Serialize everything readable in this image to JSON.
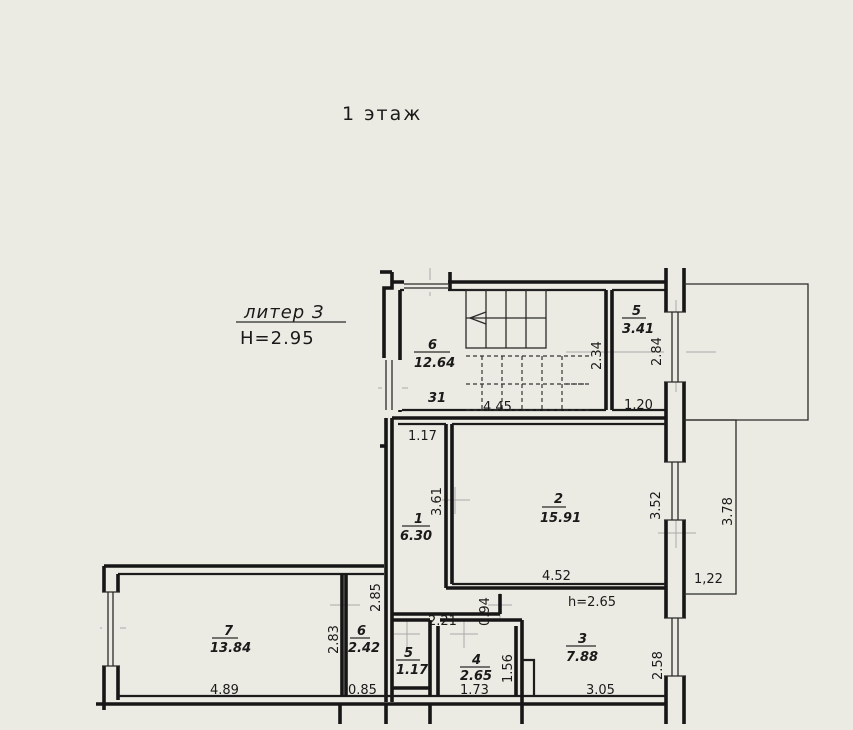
{
  "plan": {
    "title": "1 этаж",
    "liter": "литер З",
    "height_label": "Н=2.95",
    "rooms": [
      {
        "id": "r6a",
        "number": "6",
        "area": "12.64"
      },
      {
        "id": "r5a",
        "number": "5",
        "area": "3.41"
      },
      {
        "id": "r2",
        "number": "2",
        "area": "15.91"
      },
      {
        "id": "r1",
        "number": "1",
        "area": "6.30"
      },
      {
        "id": "r7",
        "number": "7",
        "area": "13.84"
      },
      {
        "id": "r6b",
        "number": "6",
        "area": "2.42"
      },
      {
        "id": "r5b",
        "number": "5",
        "area": "1.17"
      },
      {
        "id": "r4",
        "number": "4",
        "area": "2.65"
      },
      {
        "id": "r3",
        "number": "3",
        "area": "7.88"
      }
    ],
    "dimensions": [
      "2.34",
      "2.84",
      "31",
      "4.45",
      "1,20",
      "1.17",
      "3.61",
      "3.52",
      "3.78",
      "4.52",
      "1,22",
      "2.85",
      "2.83",
      "0.94",
      "2.21",
      "1.56",
      "2.58",
      "4.89",
      "0.85",
      "1.73",
      "3.05"
    ],
    "sub_height": "h=2.65"
  }
}
